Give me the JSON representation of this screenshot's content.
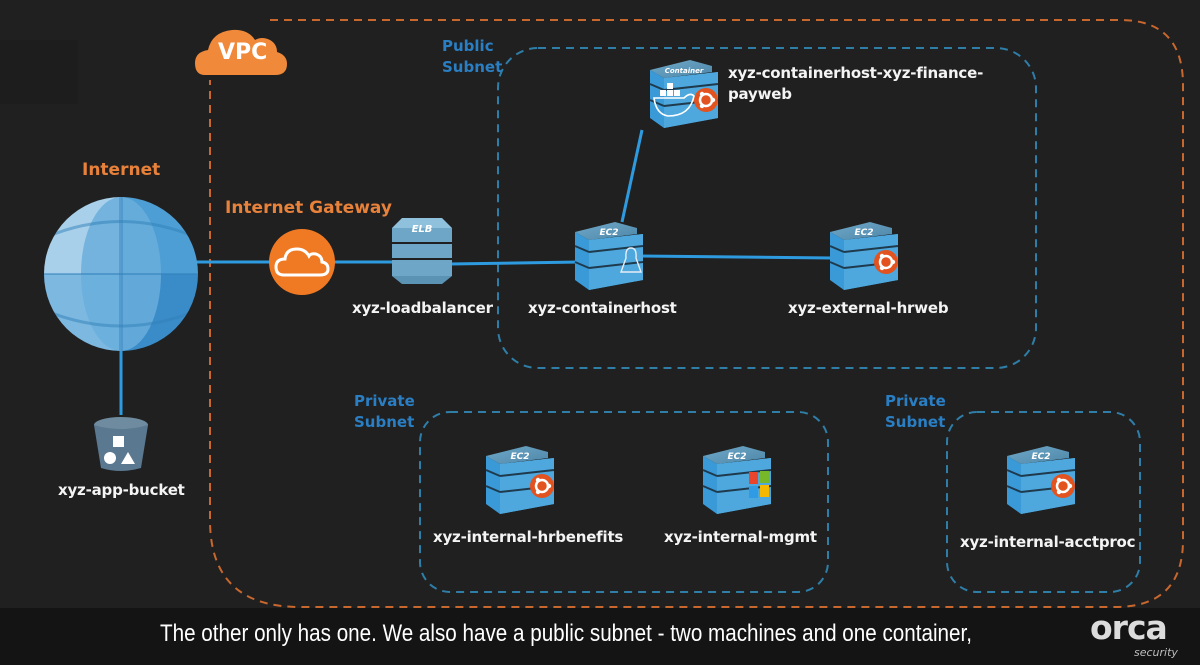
{
  "diagram": {
    "vpc_badge": "VPC",
    "internet_label": "Internet",
    "gateway_label": "Internet Gateway",
    "subnets": [
      {
        "id": "public",
        "label_line1": "Public",
        "label_line2": "Subnet"
      },
      {
        "id": "private-1",
        "label_line1": "Private",
        "label_line2": "Subnet"
      },
      {
        "id": "private-2",
        "label_line1": "Private",
        "label_line2": "Subnet"
      }
    ],
    "nodes": {
      "bucket": {
        "label": "xyz-app-bucket",
        "type": "s3-bucket"
      },
      "loadbalancer": {
        "label": "xyz-loadbalancer",
        "type": "elb",
        "badge": "ELB"
      },
      "containerhost": {
        "label": "xyz-containerhost",
        "type": "ec2",
        "badge": "EC2",
        "os": "linux"
      },
      "container": {
        "label_line1": "xyz-containerhost-xyz-finance-",
        "label_line2": "payweb",
        "type": "container",
        "badge": "Container",
        "os": "ubuntu"
      },
      "external_hrweb": {
        "label": "xyz-external-hrweb",
        "type": "ec2",
        "badge": "EC2",
        "os": "ubuntu"
      },
      "internal_hrbenefits": {
        "label": "xyz-internal-hrbenefits",
        "type": "ec2",
        "badge": "EC2",
        "os": "ubuntu"
      },
      "internal_mgmt": {
        "label": "xyz-internal-mgmt",
        "type": "ec2",
        "badge": "EC2",
        "os": "windows"
      },
      "internal_acctproc": {
        "label": "xyz-internal-acctproc",
        "type": "ec2",
        "badge": "EC2",
        "os": "ubuntu"
      }
    },
    "connections": [
      [
        "internet",
        "bucket"
      ],
      [
        "internet",
        "gateway"
      ],
      [
        "gateway",
        "loadbalancer"
      ],
      [
        "loadbalancer",
        "containerhost"
      ],
      [
        "containerhost",
        "container"
      ],
      [
        "containerhost",
        "external_hrweb"
      ]
    ],
    "colors": {
      "background": "#202020",
      "vpc_border": "#c8672e",
      "subnet_border": "#2f7ea8",
      "orange": "#e8813a",
      "link": "#2e9be0",
      "ec2_blue": "#3a9ad8",
      "ubuntu": "#e2531f"
    }
  },
  "caption": {
    "text": "The other only has one. We also have a public subnet - two machines and one container,"
  },
  "brand": {
    "name": "orca",
    "tagline": "security"
  }
}
